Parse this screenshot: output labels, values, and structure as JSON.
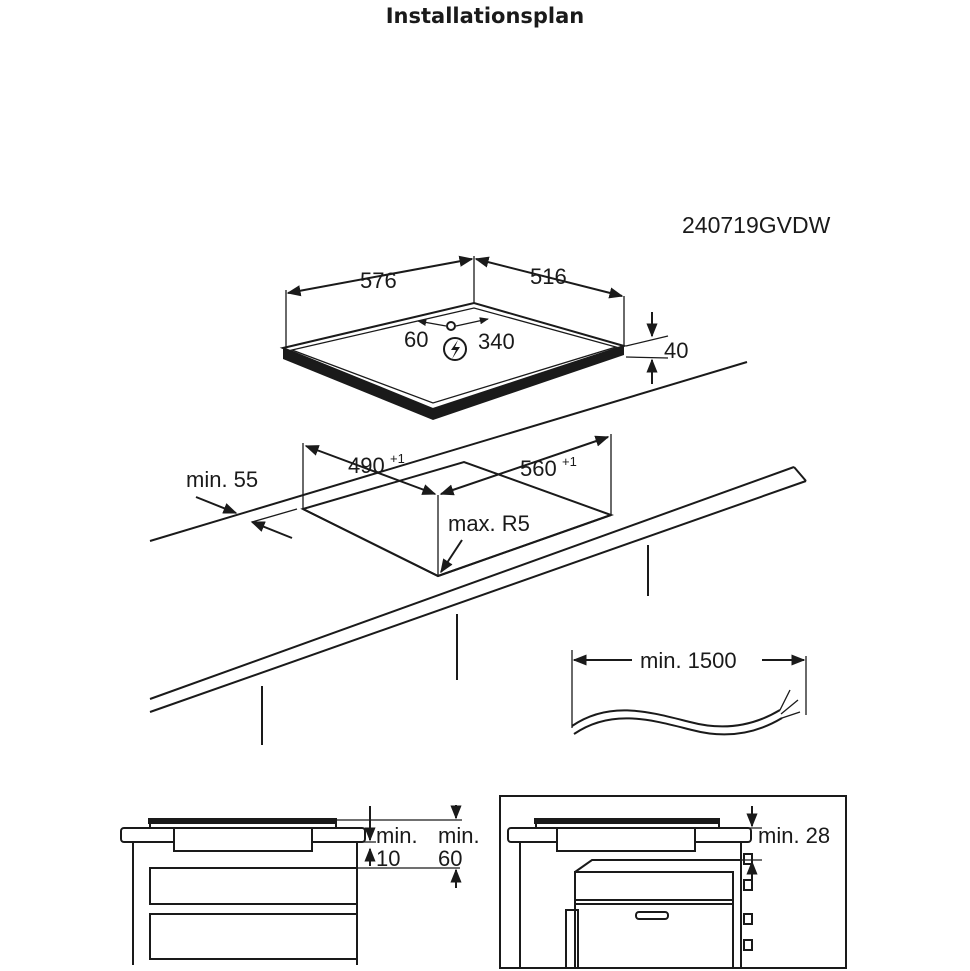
{
  "title": "Installationsplan",
  "model_code": "240719GVDW",
  "dimensions": {
    "hob_width": "576",
    "hob_depth": "516",
    "hob_height": "40",
    "conn_left": "60",
    "conn_right": "340",
    "cutout_width": "490",
    "cutout_width_tol": "+1",
    "cutout_depth": "560",
    "cutout_depth_tol": "+1",
    "min_front": "min. 55",
    "max_radius": "max. R5",
    "cable_length": "min. 1500",
    "min_label_a": "min.",
    "min_value_a": "10",
    "min_label_b": "min.",
    "min_value_b": "60",
    "min_oven_gap": "min. 28"
  },
  "colors": {
    "line": "#1a1a1a",
    "background": "#ffffff"
  },
  "icons": [
    "electrical-hazard-icon"
  ]
}
